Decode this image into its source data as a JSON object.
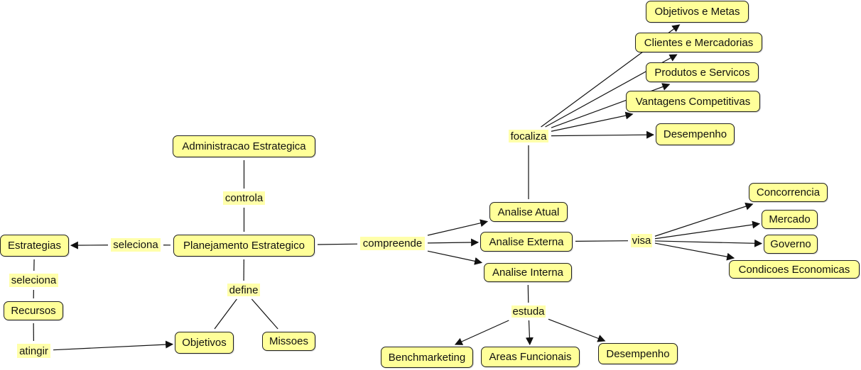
{
  "diagram": {
    "type": "concept-map",
    "colors": {
      "node_fill": "#ffff99",
      "node_border": "#222222",
      "link_label_bg": "#ffffaa",
      "edge": "#111111"
    },
    "concepts": {
      "adm": "Administracao Estrategica",
      "plan": "Planejamento Estrategico",
      "estr": "Estrategias",
      "rec": "Recursos",
      "obj": "Objetivos",
      "mis": "Missoes",
      "atual": "Analise Atual",
      "ext": "Analise Externa",
      "int": "Analise Interna",
      "objmet": "Objetivos e Metas",
      "cli": "Clientes e Mercadorias",
      "prod": "Produtos e Servicos",
      "vant": "Vantagens Competitivas",
      "des1": "Desempenho",
      "conc": "Concorrencia",
      "merc": "Mercado",
      "gov": "Governo",
      "cond": "Condicoes Economicas",
      "bench": "Benchmarketing",
      "areas": "Areas Funcionais",
      "des2": "Desempenho"
    },
    "link_phrases": {
      "controla": "controla",
      "seleciona1": "seleciona",
      "seleciona2": "seleciona",
      "atingir": "atingir",
      "define": "define",
      "compreende": "compreende",
      "focaliza": "focaliza",
      "visa": "visa",
      "estuda": "estuda"
    },
    "propositions": [
      {
        "from": "adm",
        "via": "controla",
        "to": [
          "plan"
        ]
      },
      {
        "from": "plan",
        "via": "seleciona1",
        "to": [
          "estr"
        ]
      },
      {
        "from": "estr",
        "via": "seleciona2",
        "to": [
          "rec"
        ]
      },
      {
        "from": "rec",
        "via": "atingir",
        "to": [
          "obj"
        ]
      },
      {
        "from": "plan",
        "via": "define",
        "to": [
          "obj",
          "mis"
        ]
      },
      {
        "from": "plan",
        "via": "compreende",
        "to": [
          "atual",
          "ext",
          "int"
        ]
      },
      {
        "from": "atual",
        "via": "focaliza",
        "to": [
          "objmet",
          "cli",
          "prod",
          "vant",
          "des1"
        ]
      },
      {
        "from": "ext",
        "via": "visa",
        "to": [
          "conc",
          "merc",
          "gov",
          "cond"
        ]
      },
      {
        "from": "int",
        "via": "estuda",
        "to": [
          "bench",
          "areas",
          "des2"
        ]
      }
    ]
  }
}
